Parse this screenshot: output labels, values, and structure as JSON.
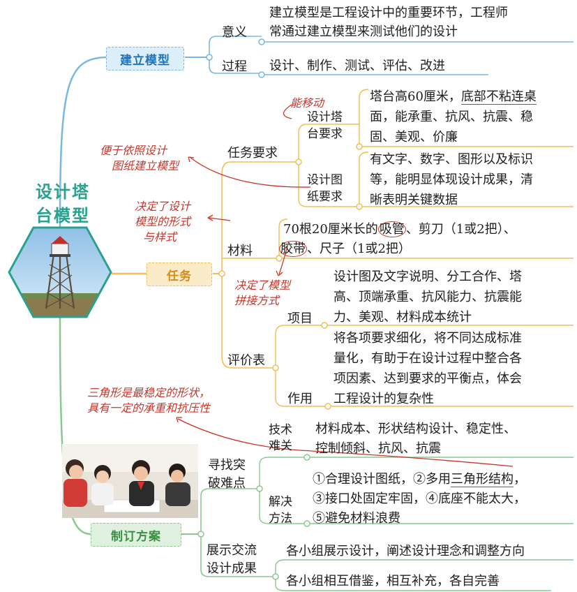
{
  "root": {
    "title_line1": "设计塔",
    "title_line2": "台模型"
  },
  "branches": {
    "model": {
      "tag": "建立模型",
      "meaning_label": "意义",
      "meaning_line1": "建立模型是工程设计中的重要环节，工程师",
      "meaning_line2": "常通过建立模型来测试他们的设计",
      "process_label": "过程",
      "process_text": "设计、制作、测试、评估、改进"
    },
    "task": {
      "tag": "任务",
      "req_label": "任务要求",
      "tower_req_label_1": "设计塔",
      "tower_req_label_2": "台要求",
      "tower_req_line1_a": "塔台高60厘米，",
      "tower_req_line1_b": "底部不粘连桌",
      "tower_req_line2": "面，能承重、抗风、抗震、稳",
      "tower_req_line3": "固、美观、价廉",
      "drawing_req_label_1": "设计图",
      "drawing_req_label_2": "纸要求",
      "drawing_req_line1": "有文字、数字、图形以及标识",
      "drawing_req_line2": "等，能明显体现设计成果，清",
      "drawing_req_line3": "晰表明关键数据",
      "materials_label": "材料",
      "materials_line1_a": "70根20厘米长的",
      "materials_line1_b": "吸管",
      "materials_line1_c": "、剪刀（1或2把）、",
      "materials_line2_a": "胶带",
      "materials_line2_b": "、尺子（1或2把）",
      "eval_label": "评价表",
      "items_label": "项目",
      "items_line1": "设计图及文字说明、分工合作、塔",
      "items_line2": "高、顶端承重、抗风能力、抗震能",
      "items_line3": "力、美观、材料成本统计",
      "effect_label": "作用",
      "effect_line1": "将各项要求细化，将不同达成标准",
      "effect_line2": "量化，有助于在设计过程中整合各",
      "effect_line3": "项因素、达到要求的平衡点，体会",
      "effect_line4": "工程设计的复杂性"
    },
    "plan": {
      "tag": "制订方案",
      "breakthrough_label_1": "寻找突",
      "breakthrough_label_2": "破难点",
      "difficulty_label_1": "技术",
      "difficulty_label_2": "难关",
      "difficulty_line1": "材料成本、形状结构设计、稳定性、",
      "difficulty_line2": "控制倾斜、抗风、抗震",
      "solution_label_1": "解决",
      "solution_label_2": "方法",
      "solution_line1_a": "①合理设计图纸，②多用",
      "solution_line1_b": "三角形结构",
      "solution_line1_c": "，",
      "solution_line2": "③接口处固定牢固，④底座不能太大，",
      "solution_line3": "⑤避免材料浪费",
      "share_label_1": "展示交流",
      "share_label_2": "设计成果",
      "share_line1": "各小组展示设计，阐述设计理念和调整方向",
      "share_line2": "各小组相互借鉴，相互补充，各自完善"
    }
  },
  "annotations": {
    "movable": "能移动",
    "build_by_drawing_1": "便于依照设计",
    "build_by_drawing_2": "图纸建立模型",
    "shape_style_1": "决定了设计",
    "shape_style_2": "模型的形式",
    "shape_style_3": "与样式",
    "assembly_1": "决定了模型",
    "assembly_2": "拼接方式",
    "triangle_1": "三角形是最稳定的形状，",
    "triangle_2": "具有一定的承重和抗压性"
  },
  "colors": {
    "blue_branch": "#78b7e2",
    "orange_branch": "#f3bd56",
    "green_branch": "#8cc78f",
    "annotation_red": "#c8352a",
    "root_teal": "#2aa18e"
  }
}
